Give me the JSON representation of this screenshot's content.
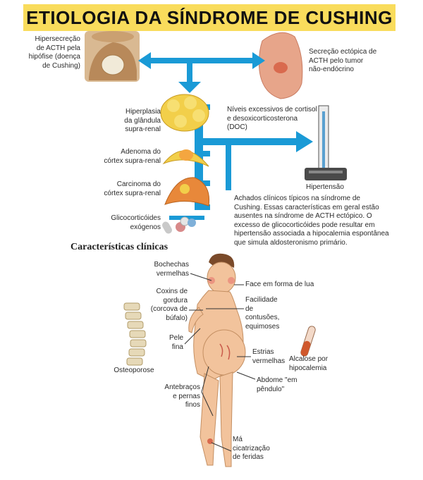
{
  "title": "ETIOLOGIA DA SÍNDROME DE CUSHING",
  "colors": {
    "title_band": "#f9dc5c",
    "arrow": "#1a9ad6",
    "gland": "#f2cf4a",
    "carcinoma": "#e8883a",
    "lung": "#e7a58a",
    "skin": "#f2c39c"
  },
  "etiology": {
    "pituitary_label": "Hipersecreção\nde ACTH pela\nhipófise (doença\nde Cushing)",
    "ectopic_label": "Secreção ectópica de\nACTH pelo tumor\nnão-endócrino",
    "hyperplasia_label": "Hiperplasia\nda glândula\nsupra-renal",
    "adenoma_label": "Adenoma do\ncórtex supra-renal",
    "carcinoma_label": "Carcinoma do\ncórtex supra-renal",
    "glucocorticoids_label": "Glicocorticóides\nexógenos",
    "cortisol_label": "Níveis excessivos de cortisol\ne desoxicorticosterona\n(DOC)",
    "hypertension_label": "Hipertensão",
    "findings_text": "Achados clínicos típicos na síndrome de\nCushing. Essas características em geral estão\nausentes na síndrome de ACTH ectópico. O\nexcesso de glicocorticóides pode resultar em\nhipertensão associada a hipocalemia espontânea\nque simula aldosteronismo primário."
  },
  "clinical": {
    "heading": "Características clínicas",
    "red_cheeks": "Bochechas\nvermelhas",
    "moon_face": "Face em forma de lua",
    "fat_pads": "Coxins de\ngordura\n(corcova de\nbúfalo)",
    "bruising": "Facilidade\nde\ncontusões,\nequimoses",
    "thin_skin": "Pele\nfina",
    "osteoporosis": "Osteoporose",
    "striae": "Estrias\nvermelhas",
    "alkalosis": "Alcalose por\nhipocalemia",
    "pendulous_abdomen": "Abdome \"em\npêndulo\"",
    "thin_limbs": "Antebraços\ne pernas\nfinos",
    "poor_healing": "Má\ncicatrização\nde feridas"
  }
}
